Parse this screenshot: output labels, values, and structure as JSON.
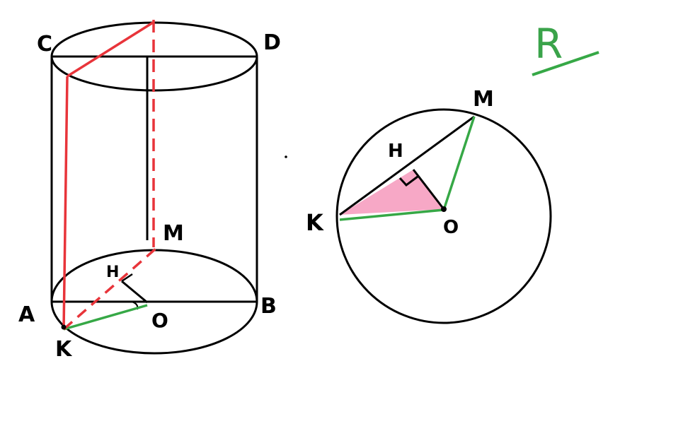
{
  "colors": {
    "background": "#ffffff",
    "ink": "#000000",
    "section": "#e8343a",
    "radius": "#36a846",
    "triangle_fill": "#f7a8c6"
  },
  "labels": {
    "left": {
      "C": "C",
      "D": "D",
      "A": "A",
      "B": "B",
      "M": "M",
      "H": "H",
      "O": "O",
      "K": "K"
    },
    "right": {
      "M": "M",
      "H": "H",
      "K": "K",
      "O": "O"
    },
    "radius_symbol": "R"
  }
}
